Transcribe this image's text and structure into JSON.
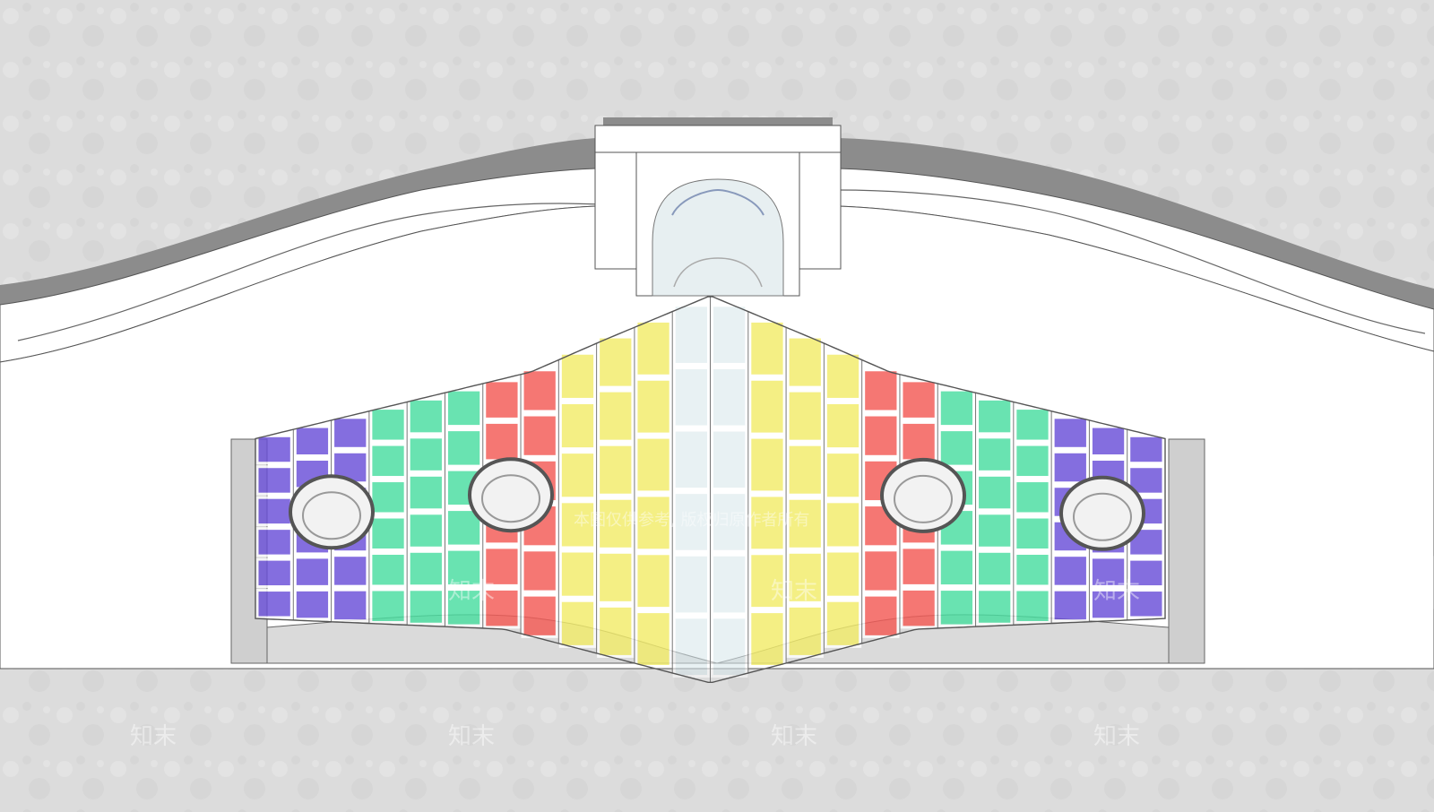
{
  "watermark": {
    "brand": "知末",
    "notice": "本图仅供参考, 版权归原作者所有"
  },
  "colors": {
    "background": "#dedede",
    "building": "#ffffff",
    "roof_shadow": "#8c8c8c",
    "glass_purple": "#6a4fd8",
    "glass_green": "#49dea0",
    "glass_red": "#f45a55",
    "glass_yellow": "#f2ec6a",
    "glass_clear": "#d6e6ea"
  },
  "facade": {
    "column_colors": [
      "purple",
      "purple",
      "purple",
      "green",
      "green",
      "green",
      "red",
      "red",
      "yellow",
      "yellow",
      "yellow",
      "clear",
      "clear",
      "yellow",
      "yellow",
      "yellow",
      "red",
      "red",
      "green",
      "green",
      "green",
      "purple",
      "purple",
      "purple"
    ],
    "round_windows": 4
  }
}
